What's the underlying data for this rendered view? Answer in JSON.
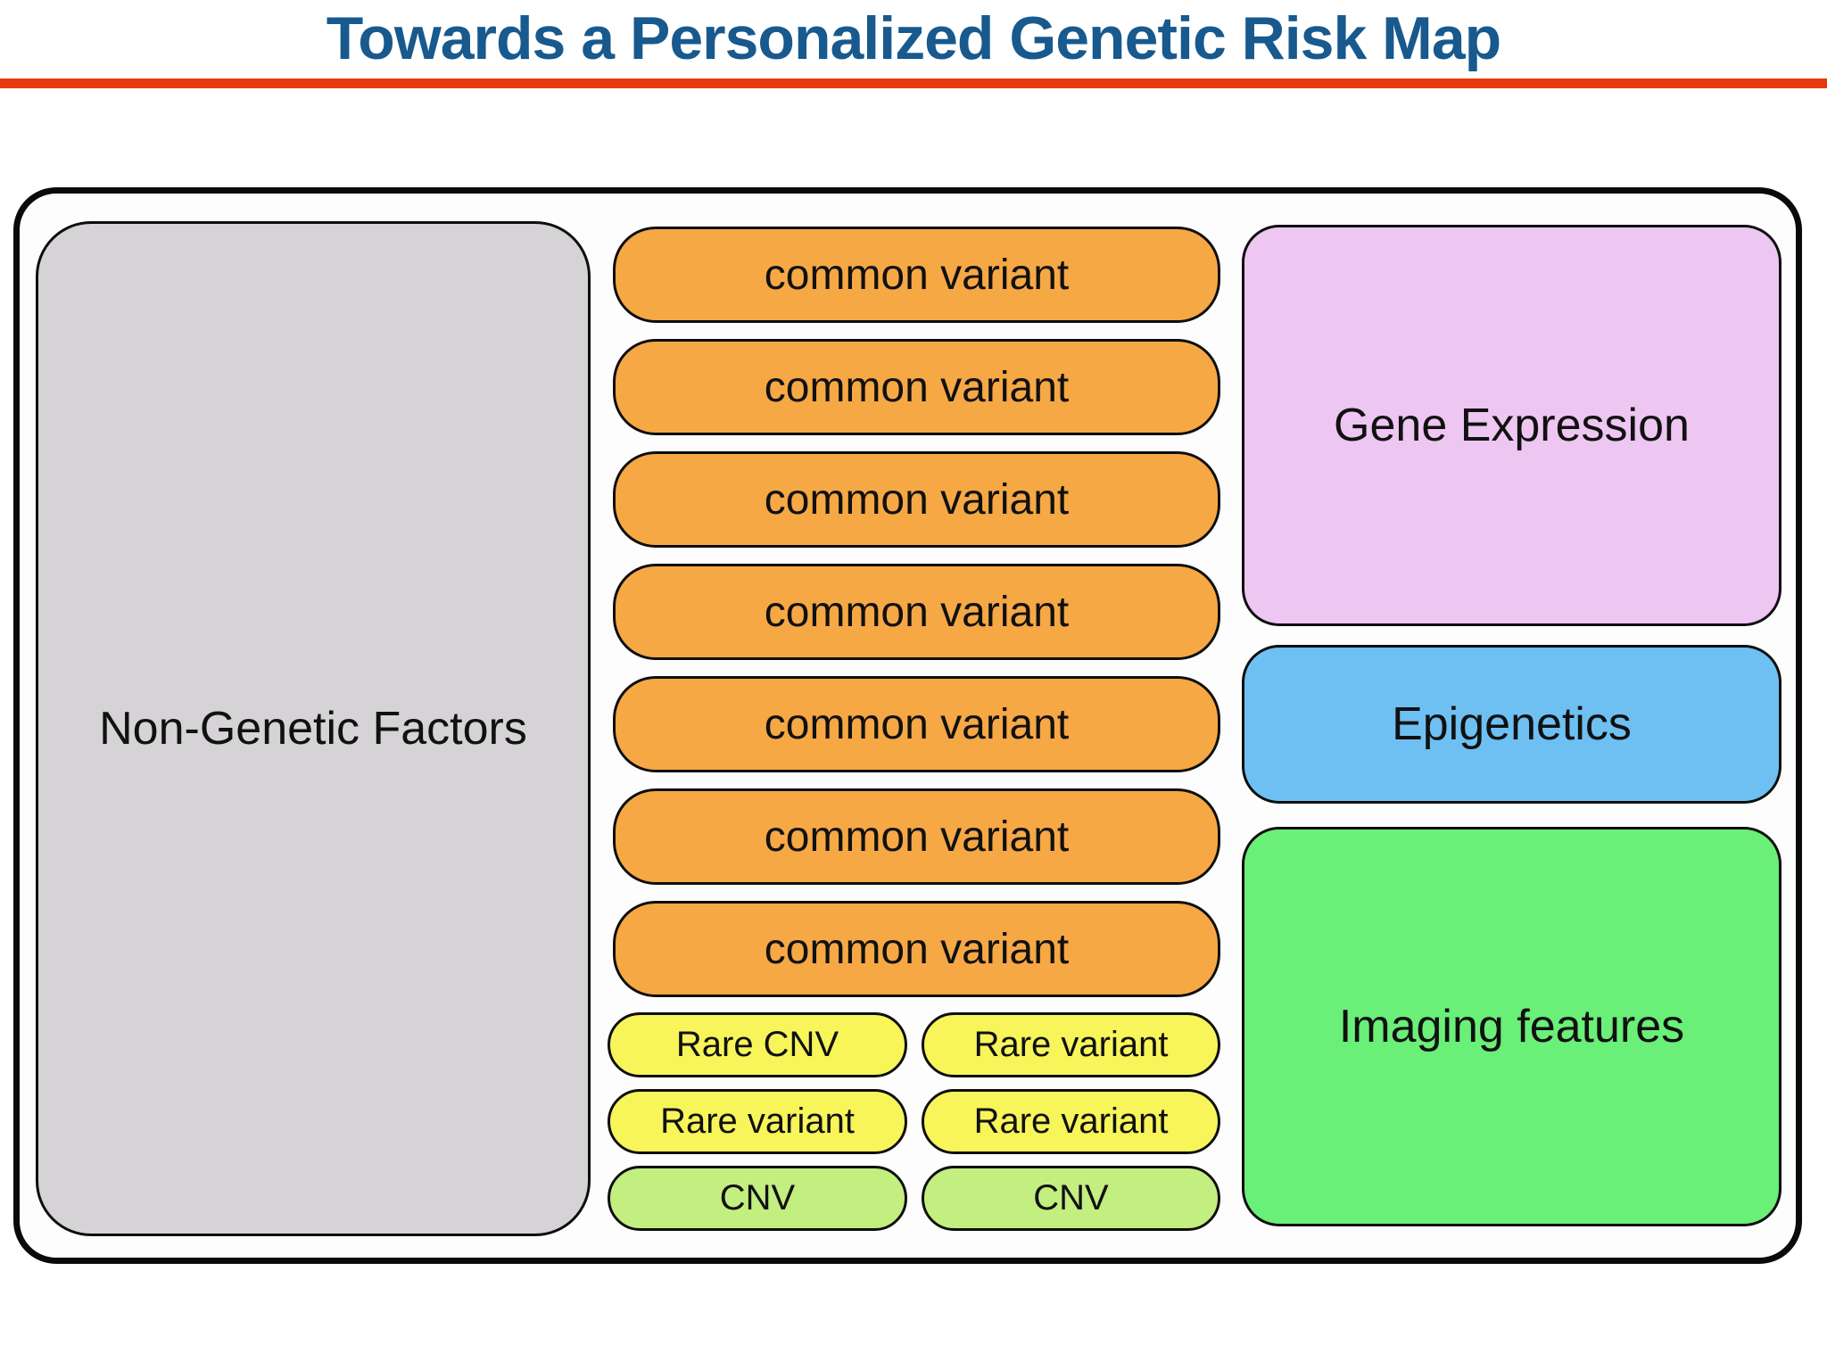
{
  "title": "Towards a Personalized Genetic Risk Map",
  "colors": {
    "title_blue": "#18598E",
    "divider_red": "#E8390E",
    "non_genetic_gray": "#D5D3D5",
    "common_variant_orange": "#F6A845",
    "rare_yellow": "#F7F55A",
    "cnv_green": "#C3EE80",
    "gene_expression_purple": "#EDC6F2",
    "epigenetics_blue": "#6EC0F2",
    "imaging_green": "#6AEF78"
  },
  "diagram": {
    "left_panel": {
      "label": "Non-Genetic Factors"
    },
    "middle_column": {
      "common_variants": [
        "common variant",
        "common variant",
        "common variant",
        "common variant",
        "common variant",
        "common variant",
        "common variant"
      ],
      "small_pills": [
        [
          "Rare CNV",
          "Rare variant"
        ],
        [
          "Rare variant",
          "Rare variant"
        ],
        [
          "CNV",
          "CNV"
        ]
      ]
    },
    "right_column": [
      {
        "label": "Gene Expression"
      },
      {
        "label": "Epigenetics"
      },
      {
        "label": "Imaging features"
      }
    ]
  }
}
